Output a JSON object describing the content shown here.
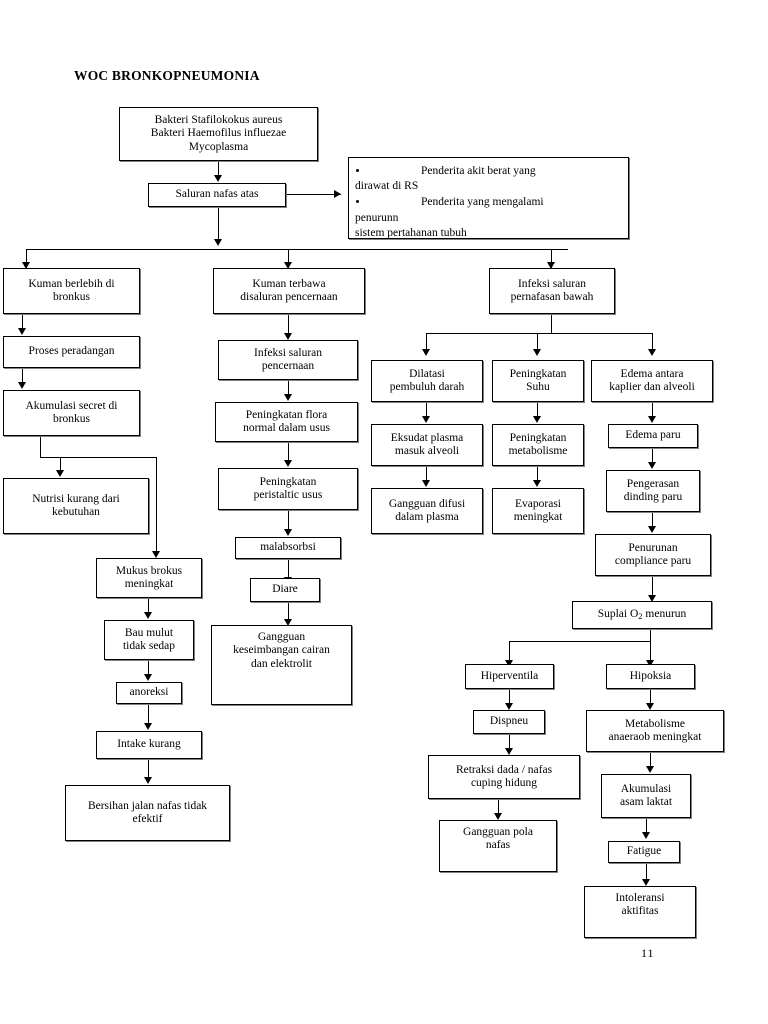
{
  "document": {
    "title": "WOC BRONKOPNEUMONIA",
    "page_number": "11"
  },
  "nodes": {
    "bakteri": "Bakteri Stafilokokus aureus\nBakteri Haemofilus influezae\nMycoplasma",
    "saluran_nafas_atas": "Saluran nafas atas",
    "kuman_bronkus": "Kuman berlebih di\nbronkus",
    "kuman_pencernaan": "Kuman terbawa\ndisaluran pencernaan",
    "infeksi_pernafasan": "Infeksi saluran\npernafasan bawah",
    "proses_peradangan": "Proses peradangan",
    "akumulasi_secret": "Akumulasi secret di\nbronkus",
    "nutrisi_kurang": "Nutrisi kurang dari\nkebutuhan",
    "mukus_brokus": "Mukus brokus\nmeningkat",
    "bau_mulut": "Bau mulut\ntidak sedap",
    "anoreksi": "anoreksi",
    "intake_kurang": "Intake kurang",
    "bersihan_jalan_nafas": "Bersihan jalan nafas tidak\nefektif",
    "infeksi_pencernaan": "Infeksi saluran\npencernaan",
    "peningkatan_flora": "Peningkatan flora\nnormal dalam usus",
    "peningkatan_peristaltic": "Peningkatan\nperistaltic usus",
    "malabsorbsi": "malabsorbsi",
    "diare": "Diare",
    "gangguan_keseimbangan": "Gangguan\nkeseimbangan cairan\ndan elektrolit",
    "dilatasi": "Dilatasi\npembuluh darah",
    "peningkatan_suhu": "Peningkatan\nSuhu",
    "edema_antara": "Edema antara\nkaplier dan alveoli",
    "eksudat_plasma": "Eksudat plasma\nmasuk alveoli",
    "peningkatan_metabolisme": "Peningkatan\nmetabolisme",
    "edema_paru": "Edema paru",
    "gangguan_difusi": "Gangguan difusi\ndalam plasma",
    "evaporasi": "Evaporasi\nmeningkat",
    "pengerasan_dinding": "Pengerasan\ndinding paru",
    "penurunan_compliance": "Penurunan\ncompliance paru",
    "suplai_o2_prefix": "Suplai O",
    "suplai_o2_sub": "2",
    "suplai_o2_suffix": " menurun",
    "hiperventila": "Hiperventila",
    "hipoksia": "Hipoksia",
    "dispneu": "Dispneu",
    "metabolisme_anaerob": "Metabolisme\nanaeraob meningkat",
    "retraksi_dada": "Retraksi dada / nafas\ncuping hidung",
    "akumulasi_asam": "Akumulasi\nasam laktat",
    "gangguan_pola_nafas": "Gangguan pola\nnafas",
    "fatigue": "Fatigue",
    "intoleransi": "Intoleransi\naktifitas"
  },
  "risk_factors": {
    "item1_head": "Penderita akit berat yang",
    "item1_tail": "dirawat di RS",
    "item2_head": "Penderita yang mengalami",
    "item2_tail": "penurunn",
    "item2_tail2": "sistem pertahanan tubuh"
  },
  "colors": {
    "stroke": "#000000",
    "background": "#ffffff",
    "shadow": "#808080"
  }
}
